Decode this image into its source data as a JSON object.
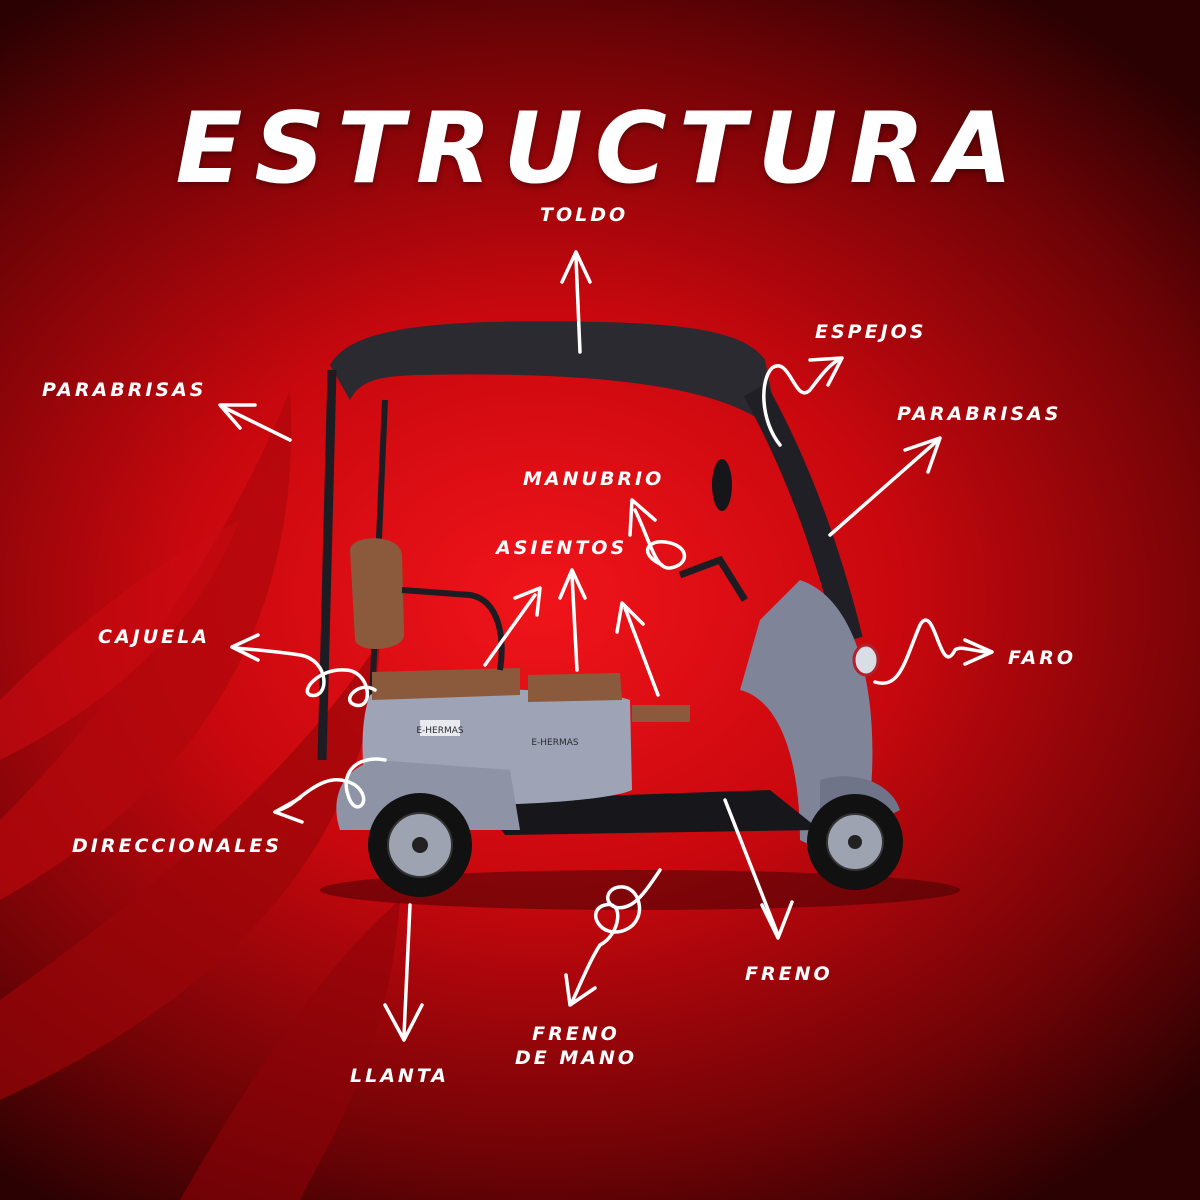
{
  "title": "ESTRUCTURA",
  "labels": {
    "toldo": "TOLDO",
    "espejos": "ESPEJOS",
    "parabrisas_left": "PARABRISAS",
    "parabrisas_right": "PARABRISAS",
    "manubrio": "MANUBRIO",
    "asientos": "ASIENTOS",
    "cajuela": "CAJUELA",
    "faro": "FARO",
    "direccionales": "DIRECCIONALES",
    "freno": "FRENO",
    "freno_de_mano_1": "FRENO",
    "freno_de_mano_2": "DE MANO",
    "llanta": "LLANTA"
  },
  "vehicle_brand": "E-HERMAS",
  "colors": {
    "background": "#d90a10",
    "label": "#ffffff",
    "body": "#8a8fa3",
    "roof": "#2a2a30",
    "seat": "#8b5a3c"
  }
}
